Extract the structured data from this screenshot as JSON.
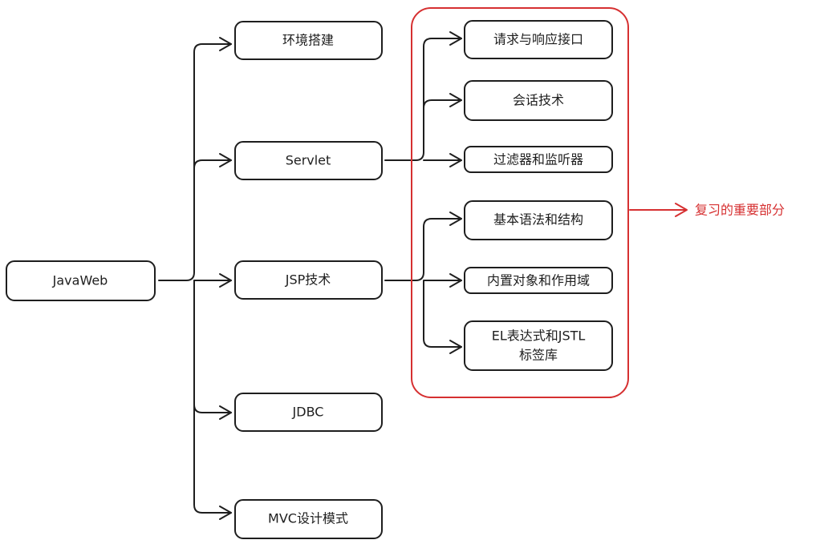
{
  "root": {
    "label": "JavaWeb"
  },
  "branches": [
    {
      "label": "环境搭建"
    },
    {
      "label": "Servlet"
    },
    {
      "label": "JSP技术"
    },
    {
      "label": "JDBC"
    },
    {
      "label": "MVC设计模式"
    }
  ],
  "servlet_children": [
    {
      "label": "请求与响应接口"
    },
    {
      "label": "会话技术"
    },
    {
      "label": "过滤器和监听器"
    }
  ],
  "jsp_children": [
    {
      "label": "基本语法和结构"
    },
    {
      "label": "内置对象和作用域"
    },
    {
      "label": "EL表达式和JSTL",
      "label_line2": "标签库"
    }
  ],
  "highlight": {
    "callout": "复习的重要部分",
    "color": "#d63031"
  },
  "colors": {
    "stroke": "#1e1e1e",
    "accent": "#d63031",
    "background": "#ffffff"
  }
}
